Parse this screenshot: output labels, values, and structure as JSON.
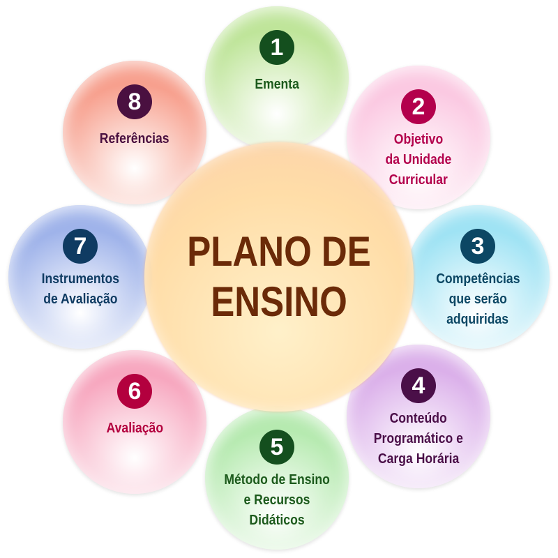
{
  "title": "PLANO DE ENSINO",
  "title_lines": [
    "PLANO DE",
    "ENSINO"
  ],
  "items": [
    {
      "number": "1",
      "lines": [
        "Ementa"
      ],
      "fill": "#bfe59a",
      "badge": "#144f1e",
      "text": "#1c5a1c"
    },
    {
      "number": "2",
      "lines": [
        "Objetivo",
        "da Unidade",
        "Curricular"
      ],
      "fill": "#fbc9e2",
      "badge": "#b3004c",
      "text": "#b3004c"
    },
    {
      "number": "3",
      "lines": [
        "Competências",
        "que serão",
        "adquiridas"
      ],
      "fill": "#9fe3f4",
      "badge": "#0c4764",
      "text": "#0c4764"
    },
    {
      "number": "4",
      "lines": [
        "Conteúdo",
        "Programático e",
        "Carga Horária"
      ],
      "fill": "#dbb0ea",
      "badge": "#4a0f48",
      "text": "#4a0f48"
    },
    {
      "number": "5",
      "lines": [
        "Método de Ensino",
        "e Recursos",
        "Didáticos"
      ],
      "fill": "#b6eab0",
      "badge": "#144f1e",
      "text": "#1c5a1c"
    },
    {
      "number": "6",
      "lines": [
        "Avaliação"
      ],
      "fill": "#f7a7bf",
      "badge": "#b3003e",
      "text": "#b3003e"
    },
    {
      "number": "7",
      "lines": [
        "Instrumentos",
        "de Avaliação"
      ],
      "fill": "#9fb3ea",
      "badge": "#0f3b62",
      "text": "#0f3b62"
    },
    {
      "number": "8",
      "lines": [
        "Referências"
      ],
      "fill": "#f7a08e",
      "badge": "#4a1040",
      "text": "#4a1040"
    }
  ]
}
